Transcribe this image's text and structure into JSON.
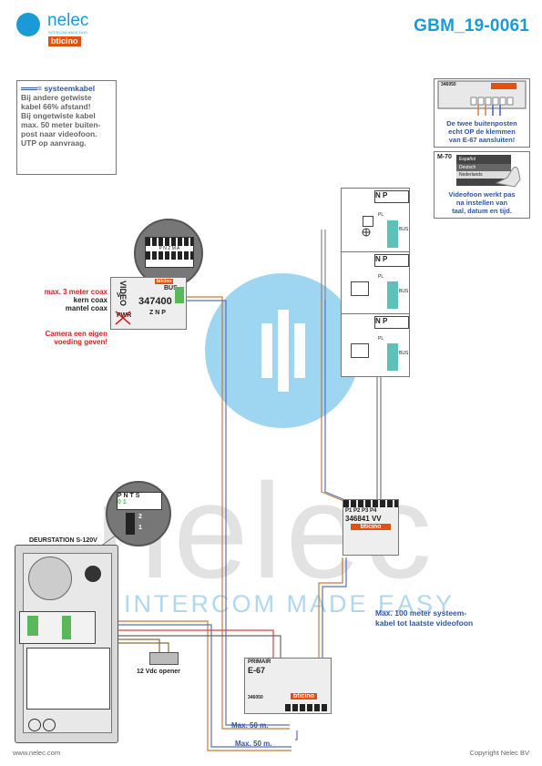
{
  "brand": {
    "name": "nelec",
    "tagline": "INTERCOM MADE EASY",
    "partner": "bticino"
  },
  "title": "GBM_19-0061",
  "note": {
    "line1": "= systeemkabel",
    "line2": "Bij andere getwiste",
    "line3": "kabel 66% afstand!",
    "line4": "Bij ongetwiste kabel",
    "line5": "max. 50 meter buiten-",
    "line6": "post naar videofoon.",
    "line7": "UTP op aanvraag."
  },
  "top_right": {
    "module_code": "346050",
    "caption1": "De twee buitenposten",
    "caption2": "echt OP de klemmen",
    "caption3": "van E-67 aansluiten!",
    "m70": "M-70",
    "lang1": "Español",
    "lang2": "Deutsch",
    "lang3": "Nederlands",
    "caption4": "Videofoon werkt pas",
    "caption5": "na instellen van",
    "caption6": "taal, datum en tijd."
  },
  "camera": {
    "module": "347400",
    "left_label": "VIDEO",
    "left_label2": "V -",
    "bus_label": "BUS",
    "pwr_label": "PWR",
    "zoom_terminals": "P N Z M A",
    "lower_terminals": "Z N P",
    "note1": "max. 3 meter coax",
    "note2": "kern coax",
    "note3": "mantel coax",
    "note4": "Camera een eigen",
    "note5": "voeding geven!"
  },
  "videophones": {
    "n": "N",
    "p": "P",
    "pl": "PL",
    "bus": "BUS"
  },
  "distributor": {
    "model": "346841",
    "suffix": "VV",
    "ports": "P1 P2 P3 P4"
  },
  "door_zoom": {
    "terminals": "P N T S",
    "values": "0 1",
    "sw1": "2",
    "sw2": "1"
  },
  "door": {
    "label": "DEURSTATION S-120V"
  },
  "opener": {
    "label": "12 Vdc opener"
  },
  "psu": {
    "label": "PRIMAIR",
    "model": "E-67",
    "code": "346050"
  },
  "distances": {
    "max50a": "Max. 50 m.",
    "max50b": "Max. 50 m.",
    "max100a": "Max. 100 meter systeem-",
    "max100b": "kabel tot laatste videofoon"
  },
  "footer": {
    "left": "www.nelec.com",
    "right": "Copyright Nelec BV"
  }
}
